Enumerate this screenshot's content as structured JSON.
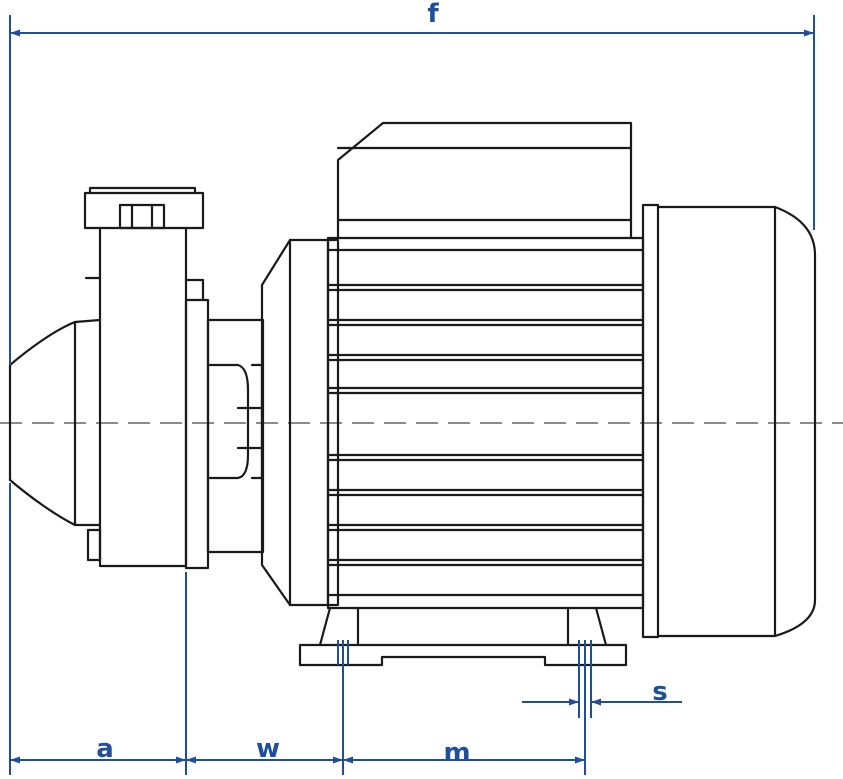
{
  "colors": {
    "outline": "#1a1a1a",
    "dimension": "#1f4f9c",
    "background": "#ffffff"
  },
  "dimensions": {
    "f": "f",
    "a": "a",
    "w": "w",
    "m": "m",
    "s": "s"
  }
}
